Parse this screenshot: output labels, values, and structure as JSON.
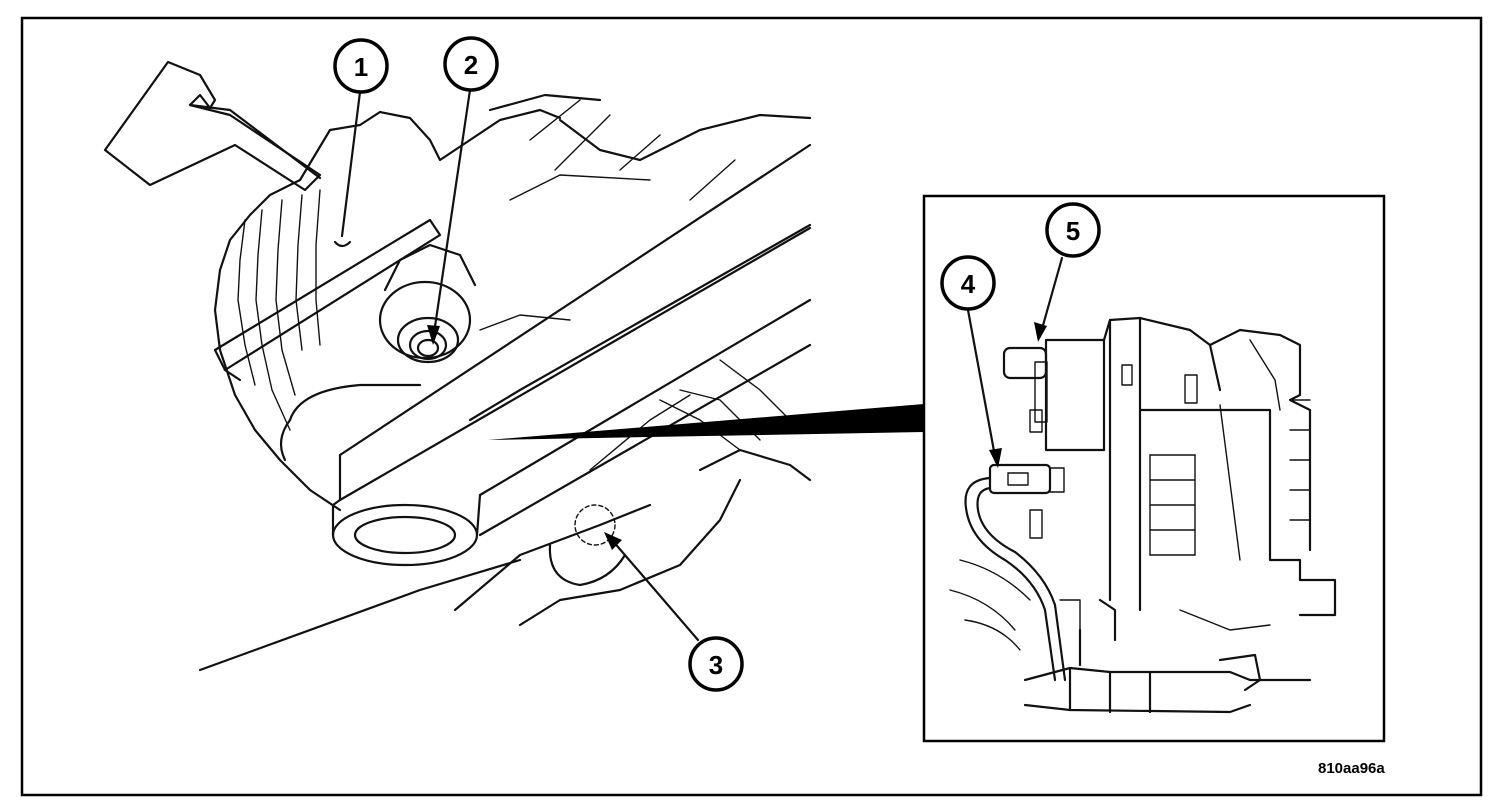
{
  "callouts": [
    {
      "id": "1",
      "label": "1"
    },
    {
      "id": "2",
      "label": "2"
    },
    {
      "id": "3",
      "label": "3"
    },
    {
      "id": "4",
      "label": "4"
    },
    {
      "id": "5",
      "label": "5"
    }
  ],
  "figure_ref": "810aa96a"
}
